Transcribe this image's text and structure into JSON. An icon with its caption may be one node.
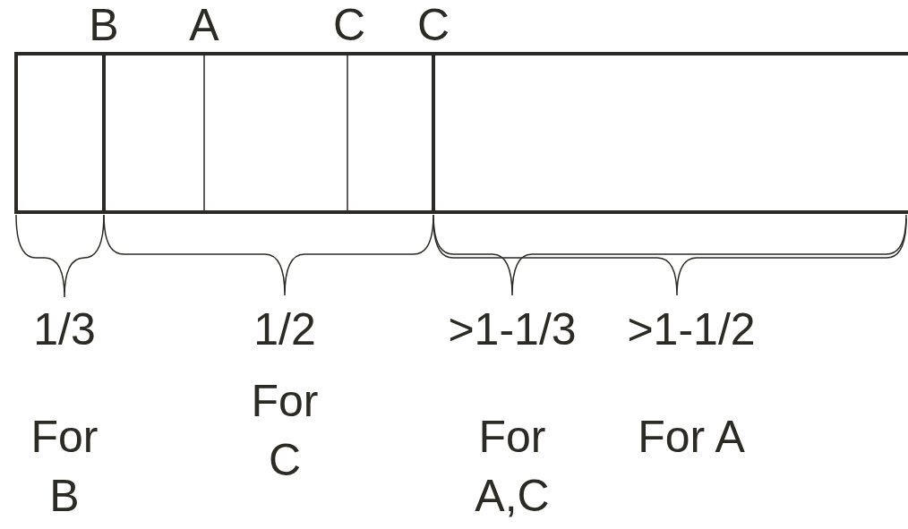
{
  "diagram": {
    "labels": [
      "B",
      "A",
      "C",
      "C",
      "1/3",
      "1/2",
      ">1-1/3",
      ">1-1/2",
      "For B",
      "For C",
      "For A,C",
      "For A"
    ]
  }
}
